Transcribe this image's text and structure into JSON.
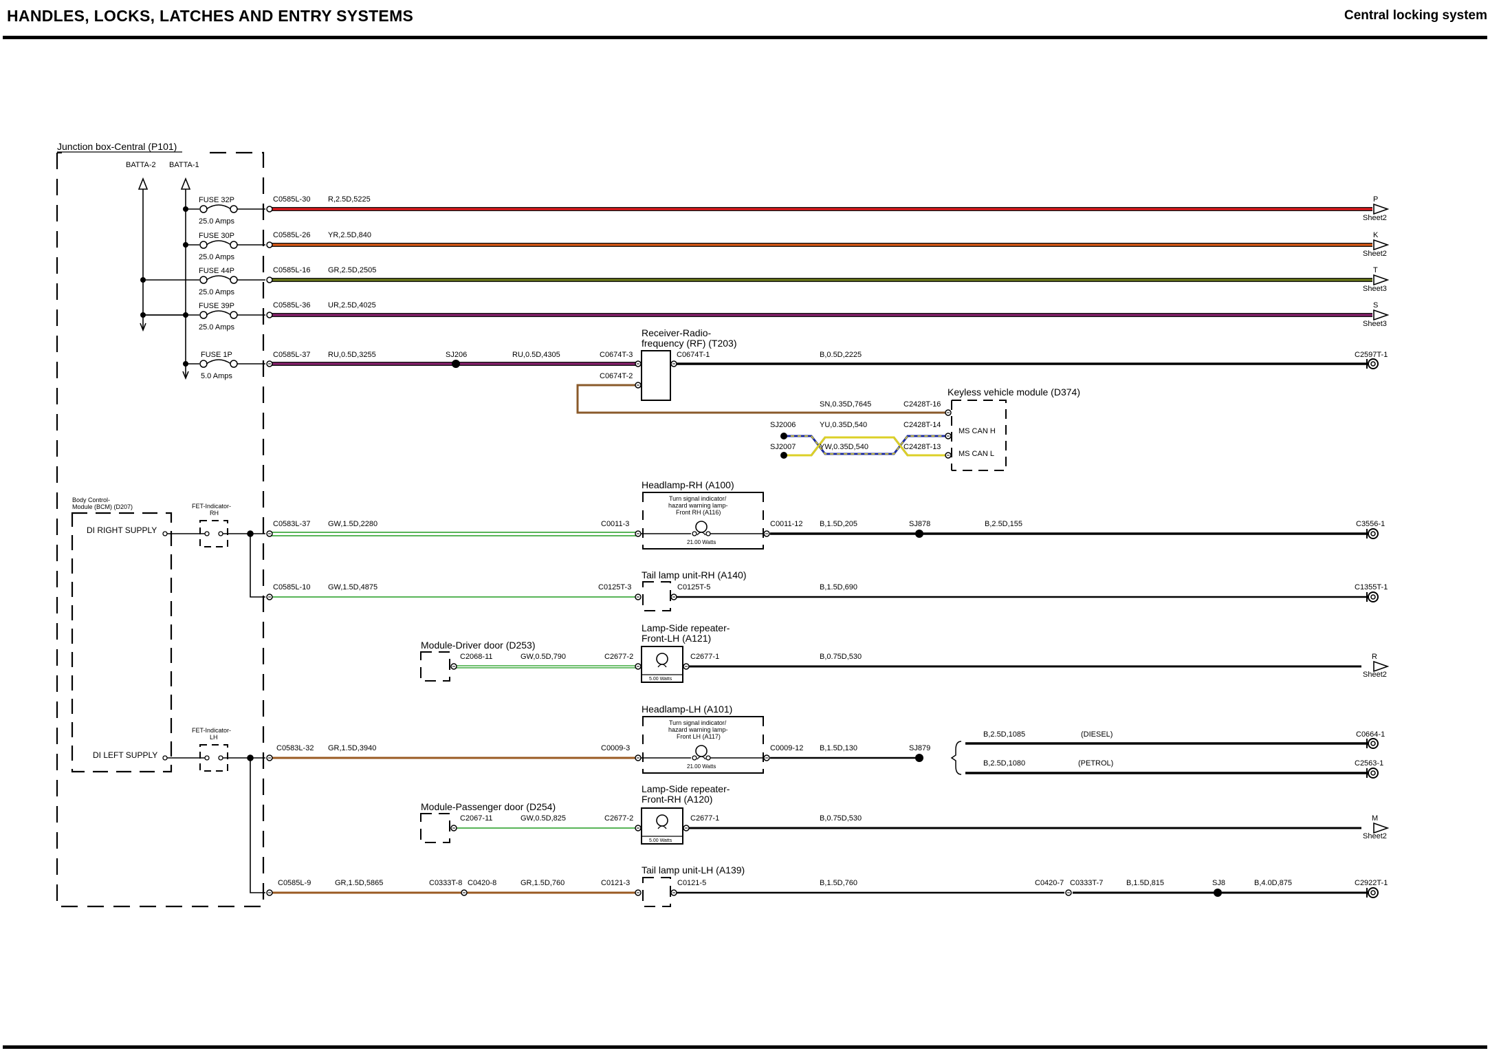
{
  "header": {
    "title": "HANDLES, LOCKS, LATCHES AND ENTRY SYSTEMS",
    "subtitle": "Central locking system"
  },
  "diagram": {
    "junction_box": {
      "label": "Junction box-Central (P101)",
      "supplies": [
        "BATTA-2",
        "BATTA-1"
      ],
      "fuses": [
        {
          "name": "FUSE 32P",
          "rating": "25.0 Amps"
        },
        {
          "name": "FUSE 30P",
          "rating": "25.0 Amps"
        },
        {
          "name": "FUSE 44P",
          "rating": "25.0 Amps"
        },
        {
          "name": "FUSE 39P",
          "rating": "25.0 Amps"
        },
        {
          "name": "FUSE 1P",
          "rating": "5.0 Amps"
        }
      ]
    },
    "fused_feeds": [
      {
        "connector": "C0585L-30",
        "wire": "R,2.5D,5225",
        "dest": "P",
        "sheet": "Sheet2",
        "color": "#e8171a"
      },
      {
        "connector": "C0585L-26",
        "wire": "YR,2.5D,840",
        "dest": "K",
        "sheet": "Sheet2",
        "color": "#e05a14"
      },
      {
        "connector": "C0585L-16",
        "wire": "GR,2.5D,2505",
        "dest": "T",
        "sheet": "Sheet3",
        "color": "#6b7a14"
      },
      {
        "connector": "C0585L-36",
        "wire": "UR,2.5D,4025",
        "dest": "S",
        "sheet": "Sheet3",
        "color": "#8a1f6e"
      }
    ],
    "rf_receiver": {
      "label_1": "Receiver-Radio-",
      "label_2": "frequency (RF) (T203)",
      "in_connector": "C0585L-37",
      "in_wire": "RU,0.5D,3255",
      "splice": "SJ206",
      "wire_2": "RU,0.5D,4305",
      "pin_3": "C0674T-3",
      "pin_2": "C0674T-2",
      "pin_1": "C0674T-1",
      "out_wire": "B,0.5D,2225",
      "ground": "C2597T-1"
    },
    "keyless": {
      "label": "Keyless vehicle module (D374)",
      "wire_16": "SN,0.35D,7645",
      "pin_16": "C2428T-16",
      "splice_a": "SJ2006",
      "wire_14": "YU,0.35D,540",
      "pin_14": "C2428T-14",
      "pin_14_label": "MS CAN H",
      "splice_b": "SJ2007",
      "wire_13": "YW,0.35D,540",
      "pin_13": "C2428T-13",
      "pin_13_label": "MS CAN L"
    },
    "bcm": {
      "label_1": "Body Control-",
      "label_2": "Module (BCM) (D207)",
      "right_supply": "DI RIGHT SUPPLY",
      "left_supply": "DI LEFT SUPPLY",
      "fet_rh_1": "FET-Indicator-",
      "fet_rh_2": "RH",
      "fet_lh_1": "FET-Indicator-",
      "fet_lh_2": "LH"
    },
    "headlamp_rh": {
      "label": "Headlamp-RH (A100)",
      "lamp_1": "Turn signal indicator/",
      "lamp_2": "hazard warning lamp-",
      "lamp_3": "Front RH (A116)",
      "watts": "21.00 Watts",
      "in_connector": "C0583L-37",
      "in_wire": "GW,1.5D,2280",
      "pin_in": "C0011-3",
      "pin_out": "C0011-12",
      "out_wire_1": "B,1.5D,205",
      "splice": "SJ878",
      "out_wire_2": "B,2.5D,155",
      "ground": "C3556-1"
    },
    "tail_rh": {
      "label": "Tail lamp unit-RH (A140)",
      "in_connector": "C0585L-10",
      "in_wire": "GW,1.5D,4875",
      "pin_in": "C0125T-3",
      "pin_out": "C0125T-5",
      "out_wire": "B,1.5D,690",
      "ground": "C1355T-1"
    },
    "driver_door": {
      "module": "Module-Driver door (D253)",
      "conn": "C2068-11",
      "wire": "GW,0.5D,790",
      "pin_in": "C2677-2",
      "lamp_1": "Lamp-Side repeater-",
      "lamp_2": "Front-LH (A121)",
      "watts": "5.00 Watts",
      "pin_out": "C2677-1",
      "out_wire": "B,0.75D,530",
      "dest": "R",
      "sheet": "Sheet2"
    },
    "headlamp_lh": {
      "label": "Headlamp-LH (A101)",
      "lamp_1": "Turn signal indicator/",
      "lamp_2": "hazard warning lamp-",
      "lamp_3": "Front LH (A117)",
      "watts": "21.00 Watts",
      "in_connector": "C0583L-32",
      "in_wire": "GR,1.5D,3940",
      "pin_in": "C0009-3",
      "pin_out": "C0009-12",
      "out_wire": "B,1.5D,130",
      "splice": "SJ879",
      "diesel_wire": "B,2.5D,1085",
      "diesel_label": "(DIESEL)",
      "diesel_ground": "C0664-1",
      "petrol_wire": "B,2.5D,1080",
      "petrol_label": "(PETROL)",
      "petrol_ground": "C2563-1"
    },
    "passenger_door": {
      "module": "Module-Passenger door (D254)",
      "conn": "C2067-11",
      "wire": "GW,0.5D,825",
      "pin_in": "C2677-2",
      "lamp_1": "Lamp-Side repeater-",
      "lamp_2": "Front-RH (A120)",
      "watts": "5.00 Watts",
      "pin_out": "C2677-1",
      "out_wire": "B,0.75D,530",
      "dest": "M",
      "sheet": "Sheet2"
    },
    "tail_lh": {
      "label": "Tail lamp unit-LH (A139)",
      "in_connector": "C0585L-9",
      "in_wire": "GR,1.5D,5865",
      "conn_a": "C0333T-8",
      "conn_b": "C0420-8",
      "wire_2": "GR,1.5D,760",
      "pin_in": "C0121-3",
      "pin_out": "C0121-5",
      "out_wire": "B,1.5D,760",
      "conn_c": "C0420-7",
      "conn_d": "C0333T-7",
      "wire_3": "B,1.5D,815",
      "splice": "SJ8",
      "wire_4": "B,4.0D,875",
      "ground": "C2922T-1"
    },
    "colors": {
      "red": "#e8171a",
      "orange": "#e05a14",
      "olive": "#6b7a14",
      "purple": "#8a1f6e",
      "brown": "#9a5a22",
      "green": "#3faa3f",
      "black": "#000000",
      "can_blue": "#1c2aa0",
      "can_yellow": "#f2e21a"
    }
  }
}
